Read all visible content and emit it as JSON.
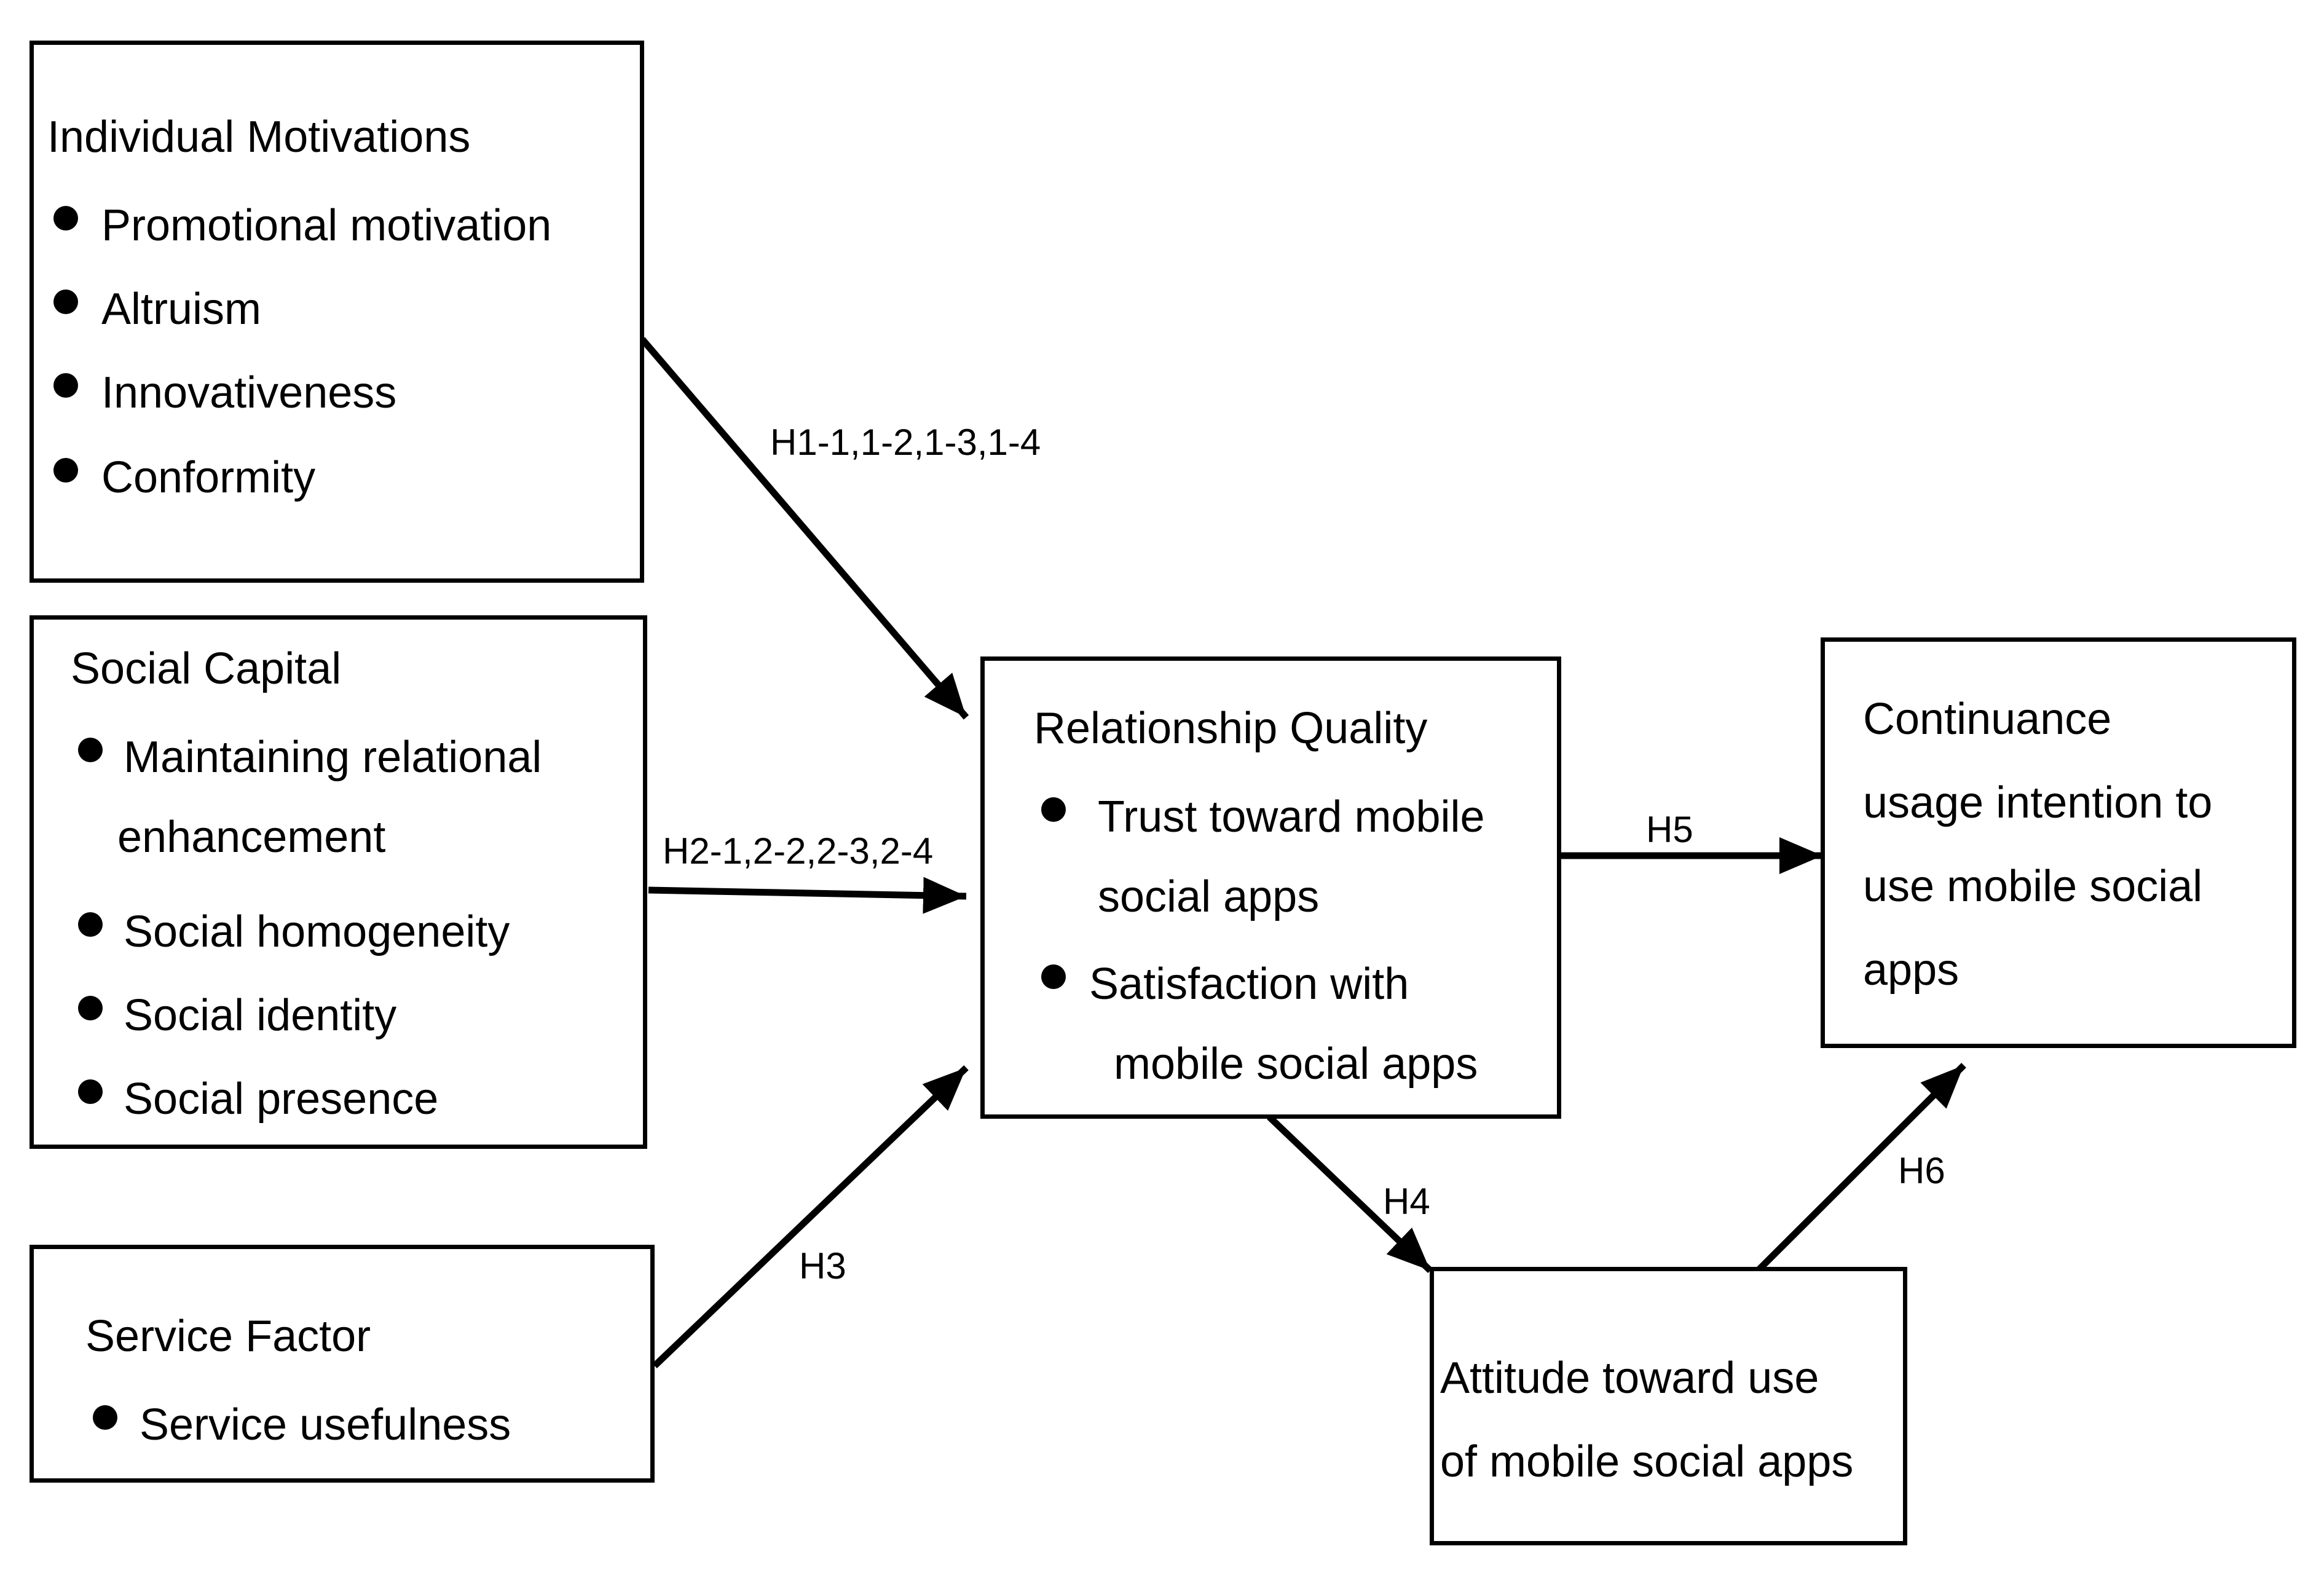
{
  "boxes": {
    "individual": {
      "title": "Individual Motivations",
      "items": [
        "Promotional motivation",
        "Altruism",
        "Innovativeness",
        "Conformity"
      ]
    },
    "social": {
      "title": "Social Capital",
      "items": [
        "Maintaining relational",
        "enhancement",
        "Social homogeneity",
        "Social identity",
        "Social presence"
      ]
    },
    "service": {
      "title": "Service Factor",
      "items": [
        "Service usefulness"
      ]
    },
    "relationship": {
      "title": "Relationship Quality",
      "items": [
        "Trust  toward  mobile",
        "social apps",
        "Satisfaction with",
        "mobile social apps"
      ]
    },
    "continuance": {
      "lines": [
        "Continuance",
        "usage intention to",
        "use mobile social",
        "apps"
      ]
    },
    "attitude": {
      "lines": [
        "Attitude  toward  use",
        "of mobile social apps"
      ]
    }
  },
  "hypotheses": {
    "h1": "H1-1,1-2,1-3,1-4",
    "h2": "H2-1,2-2,2-3,2-4",
    "h3": "H3",
    "h4": "H4",
    "h5": "H5",
    "h6": "H6"
  }
}
